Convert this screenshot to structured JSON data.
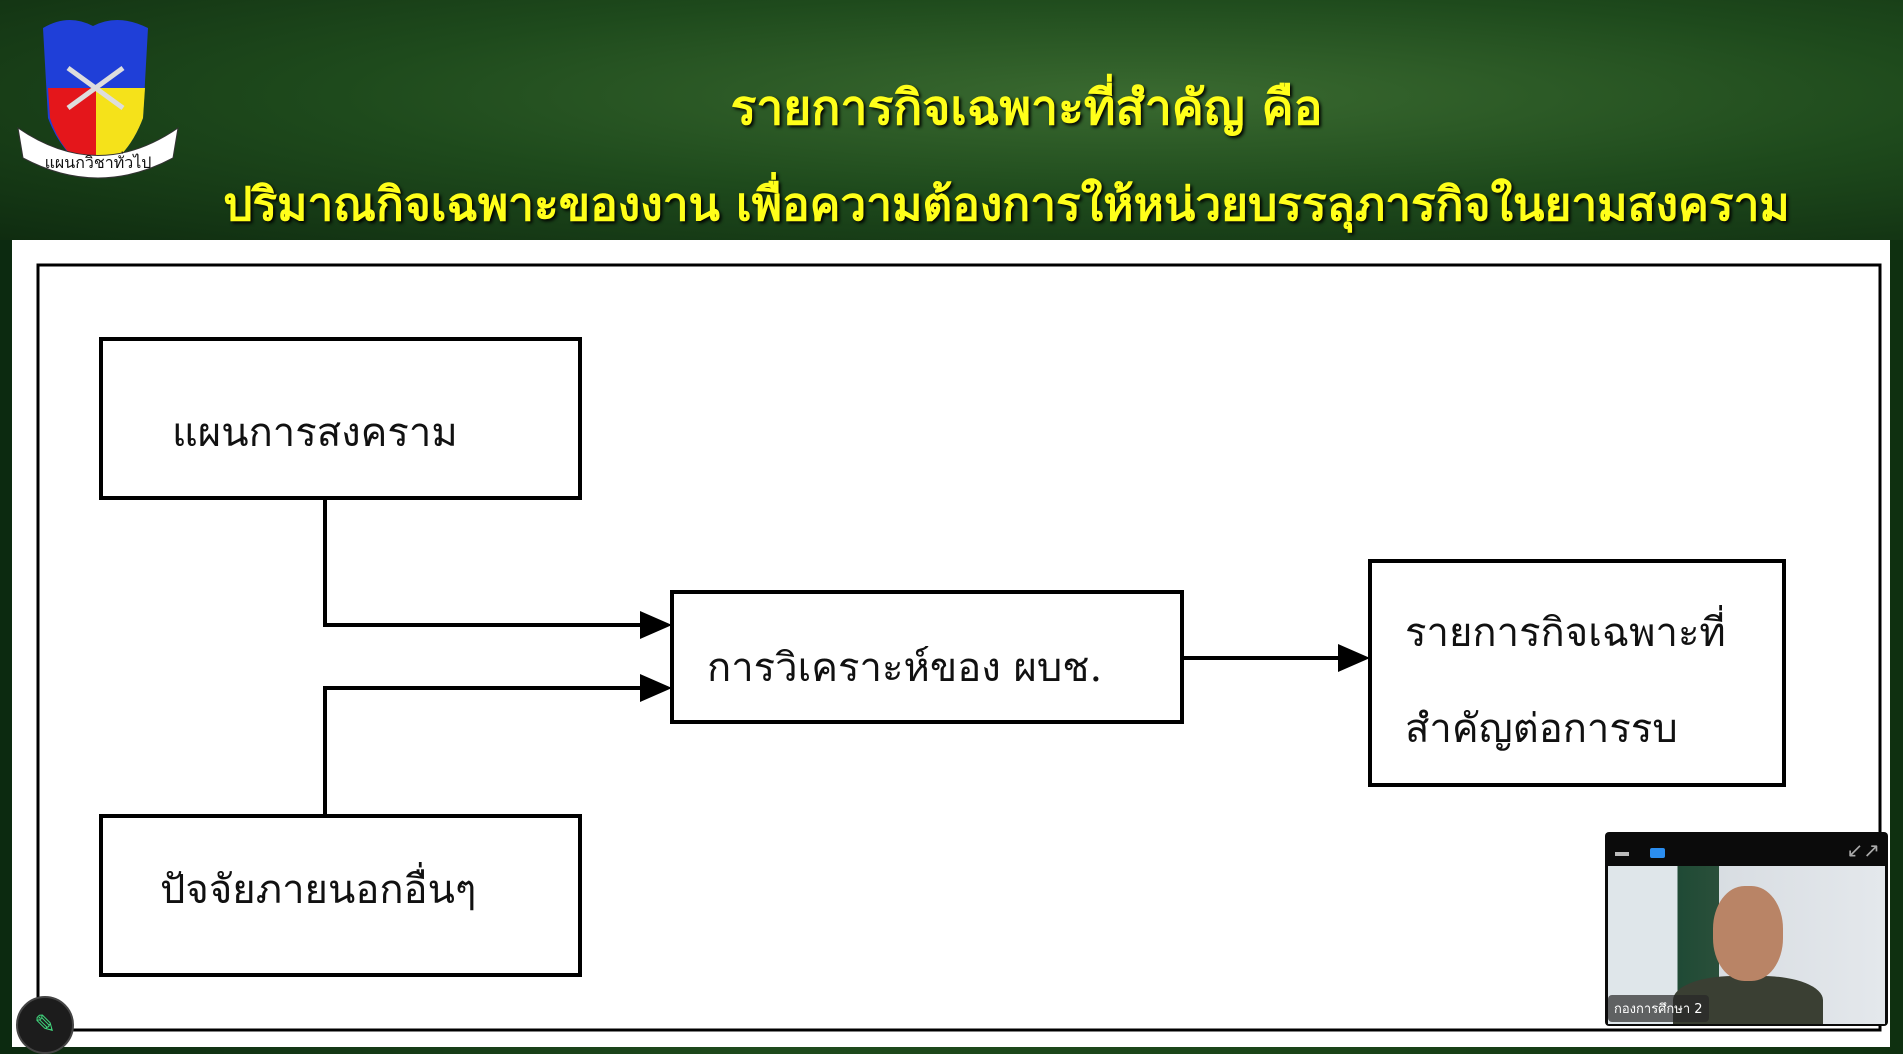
{
  "slide": {
    "title_line1": "รายการกิจเฉพาะที่สำคัญ คือ",
    "title_line2": "ปริมาณกิจเฉพาะของงาน เพื่อความต้องการให้หน่วยบรรลุภารกิจในยามสงคราม",
    "logo_text": "แผนกวิชาทั่วไป",
    "diagram": {
      "box_war_plan": "แผนการสงคราม",
      "box_external": "ปัจจัยภายนอกอื่นๆ",
      "box_analysis": "การวิเคราะห์ของ ผบช.",
      "box_result_line1": "รายการกิจเฉพาะที่",
      "box_result_line2": "สำคัญต่อการรบ"
    }
  },
  "video": {
    "participant_name": "กองการศึกษา 2",
    "expand_icon": "↙↗"
  },
  "tools": {
    "pencil_icon": "✎"
  },
  "colors": {
    "title": "#ffff1a",
    "camera": "#2b8ef0"
  }
}
